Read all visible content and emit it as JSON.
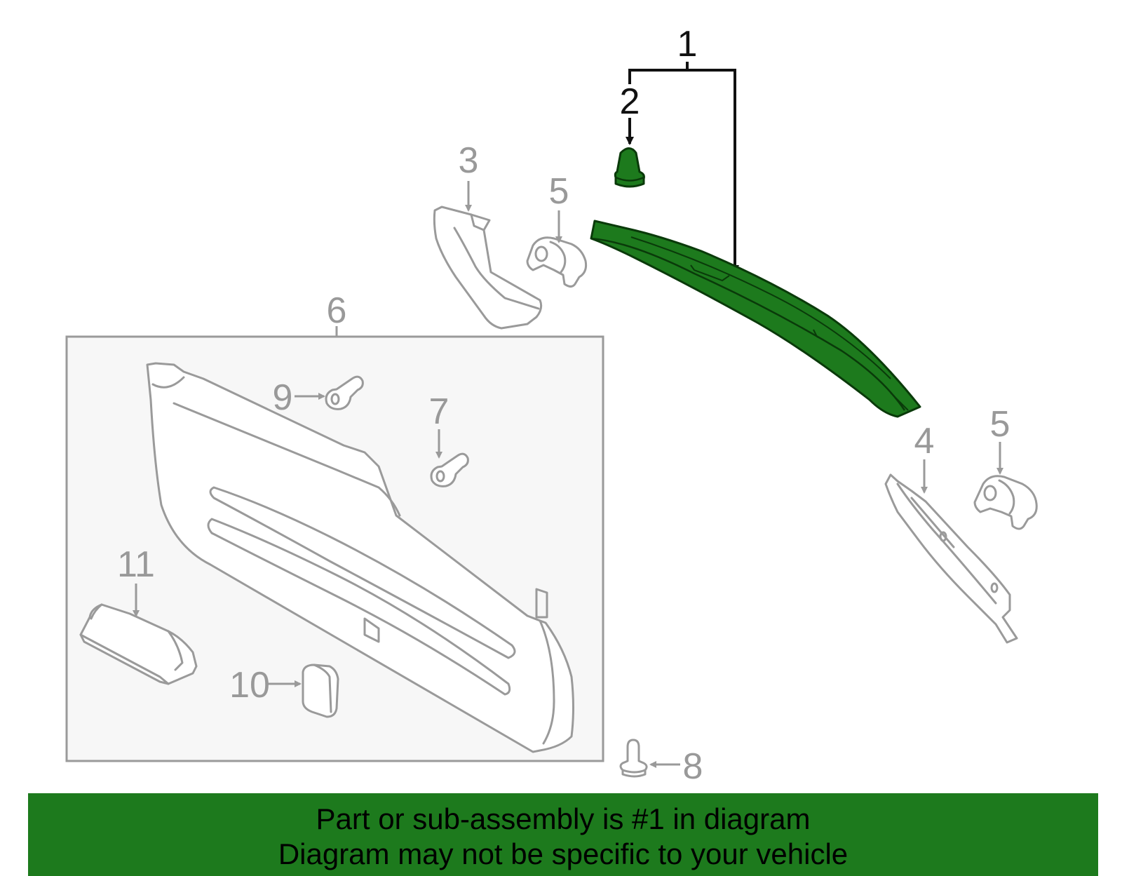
{
  "colors": {
    "highlight_fill": "#1d7a1d",
    "highlight_stroke": "#0a3a0a",
    "part_stroke": "#9a9a9a",
    "callout_gray": "#999999",
    "subassembly_box_fill": "#f7f7f7",
    "banner_bg": "#1d7a1d"
  },
  "callouts": {
    "c1": "1",
    "c2": "2",
    "c3": "3",
    "c4": "4",
    "c5a": "5",
    "c5b": "5",
    "c6": "6",
    "c7": "7",
    "c8": "8",
    "c9": "9",
    "c10": "10",
    "c11": "11"
  },
  "banner": {
    "line1": "Part or sub-assembly is #1 in diagram",
    "line2": "Diagram may not be specific to your vehicle"
  }
}
